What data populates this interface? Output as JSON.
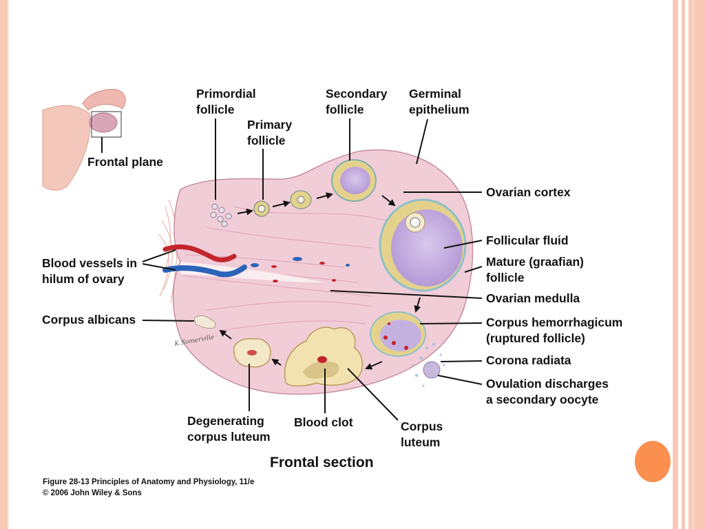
{
  "labels": {
    "primordial": "Primordial\nfollicle",
    "secondary": "Secondary\nfollicle",
    "germinal": "Germinal\nepithelium",
    "primary": "Primary\nfollicle",
    "frontal_plane": "Frontal plane",
    "ovarian_cortex": "Ovarian cortex",
    "follicular_fluid": "Follicular fluid",
    "mature_follicle": "Mature (graafian)\nfollicle",
    "blood_vessels": "Blood vessels in\nhilum of ovary",
    "ovarian_medulla": "Ovarian medulla",
    "corpus_albicans": "Corpus albicans",
    "corpus_hemorrhagicum": "Corpus hemorrhagicum\n(ruptured follicle)",
    "corona_radiata": "Corona radiata",
    "ovulation": "Ovulation discharges\na secondary oocyte",
    "degenerating": "Degenerating\ncorpus luteum",
    "blood_clot": "Blood clot",
    "corpus_luteum": "Corpus\nluteum"
  },
  "title": "Frontal section",
  "credit": {
    "line1": "Figure 28-13  Principles of Anatomy and Physiology, 11/e",
    "line2": "© 2006 John Wiley & Sons"
  },
  "signature": "K.Somerville",
  "colors": {
    "frame": "#f7c9b6",
    "accent_dot": "#fb8f4f",
    "ovary_tissue": "#f1cdd8",
    "follicle_fluid": "#c9b3e0",
    "follicle_rim": "#e4d28c",
    "artery": "#c4252b",
    "vein": "#2b64b8"
  }
}
